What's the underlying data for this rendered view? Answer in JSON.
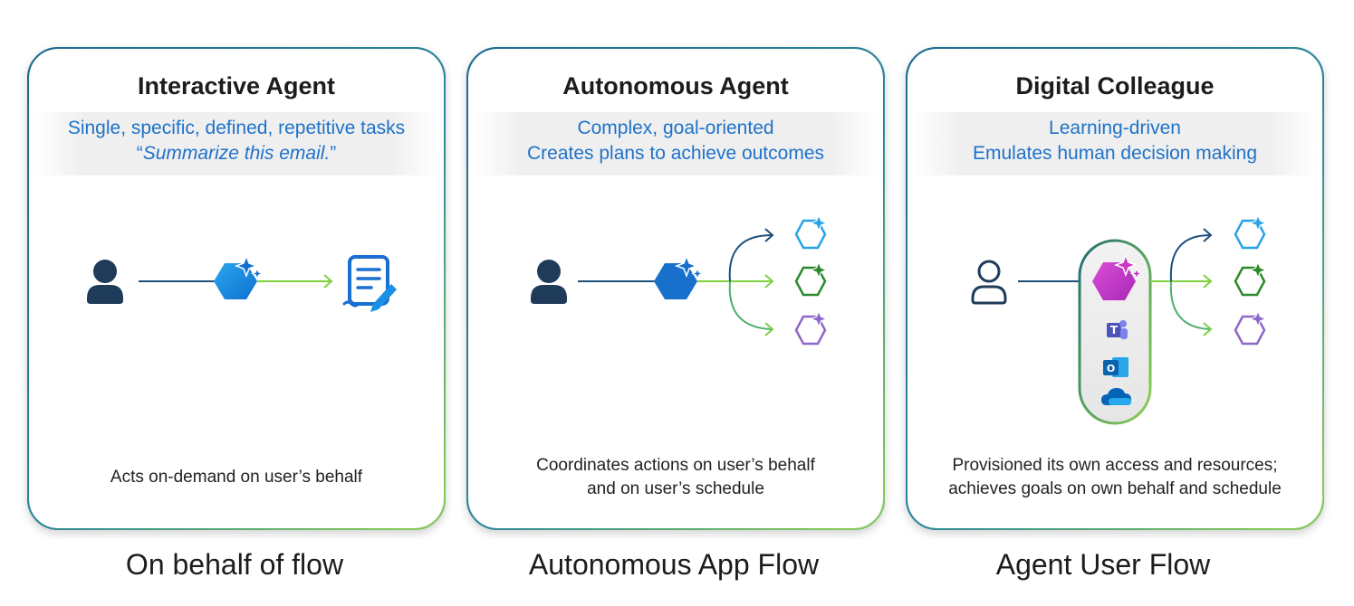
{
  "cards": [
    {
      "title": "Interactive Agent",
      "subtitle_line1": "Single, specific, defined, repetitive tasks",
      "subtitle_quote": "Summarize this email.",
      "caption_line1": "Acts on-demand on user’s behalf",
      "flow": "On behalf of flow"
    },
    {
      "title": "Autonomous Agent",
      "subtitle_line1": "Complex, goal-oriented",
      "subtitle_line2": "Creates plans to achieve outcomes",
      "caption_line1": "Coordinates actions on user’s behalf",
      "caption_line2": "and on user’s schedule",
      "flow": "Autonomous App Flow"
    },
    {
      "title": "Digital Colleague",
      "subtitle_line1": "Learning-driven",
      "subtitle_line2": "Emulates human decision making",
      "caption_line1": "Provisioned its own access and resources;",
      "caption_line2": "achieves goals on own behalf and schedule",
      "flow": "Agent User Flow"
    }
  ],
  "icons": {
    "user": "user-icon",
    "agent": "copilot-agent-icon",
    "document": "document-edit-icon",
    "subagent": "subagent-hexagon-icon",
    "teams": "teams-icon",
    "outlook": "outlook-icon",
    "onedrive": "onedrive-icon"
  },
  "colors": {
    "title_text": "#1c1c1c",
    "subtitle_text": "#1f72c9",
    "user_dark": "#1f3b5a",
    "agent_blue": "#1a8fe3",
    "agent_magenta": "#c838c4",
    "subagent_blue": "#29a3e6",
    "subagent_green": "#2b8a2b",
    "subagent_purple": "#8e67c9",
    "arrow_dark": "#1e4f7a",
    "arrow_green": "#7fcf3f"
  }
}
